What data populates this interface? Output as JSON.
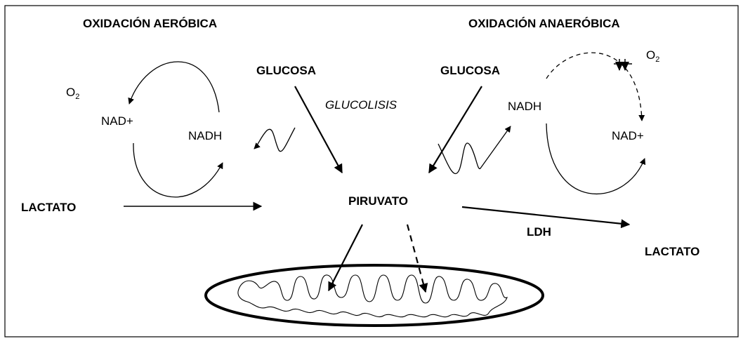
{
  "colors": {
    "stroke": "#000000",
    "background": "#ffffff"
  },
  "headers": {
    "aerobic": "OXIDACIÓN AERÓBICA",
    "anaerobic": "OXIDACIÓN ANAERÓBICA"
  },
  "left_cycle": {
    "o2": "O",
    "o2_sub": "2",
    "nad_plus": "NAD+",
    "nadh": "NADH"
  },
  "right_cycle": {
    "o2": "O",
    "o2_sub": "2",
    "nad_plus": "NAD+",
    "nadh": "NADH"
  },
  "center": {
    "glucose_left": "GLUCOSA",
    "glucose_right": "GLUCOSA",
    "glycolysis": "GLUCOLISIS",
    "pyruvate": "PIRUVATO",
    "lactate_in": "LACTATO",
    "ldh": "LDH",
    "lactate_out": "LACTATO"
  },
  "icons": {
    "mitochondrion": "mitochondrion-icon",
    "o2_block": "blocked-double-arrow-icon"
  }
}
